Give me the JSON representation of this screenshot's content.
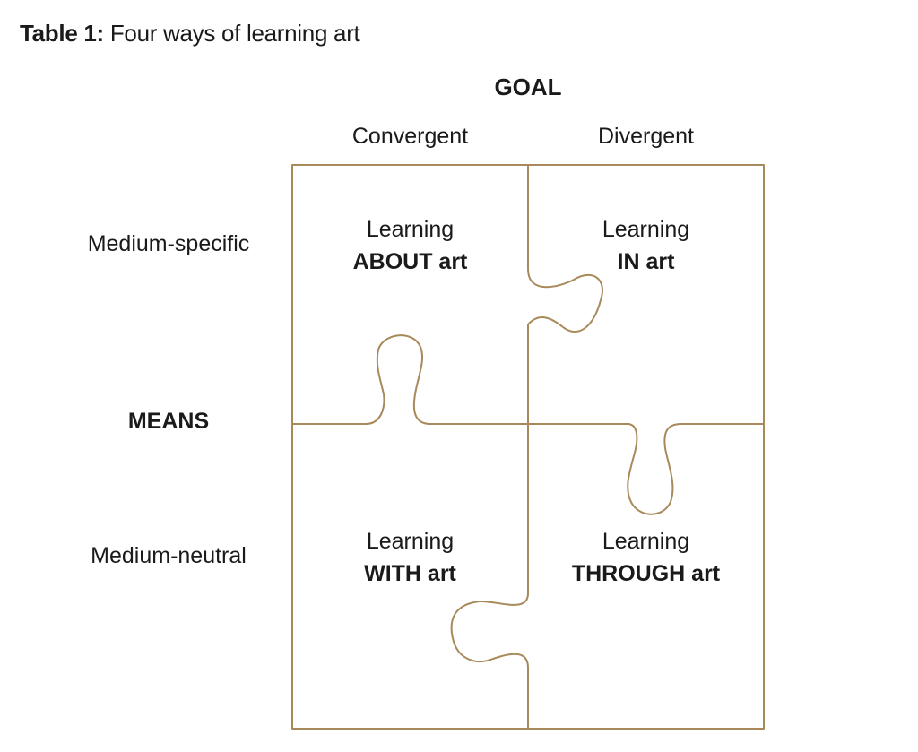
{
  "caption": {
    "label": "Table 1:",
    "text": " Four ways of learning art"
  },
  "goal_header": "GOAL",
  "columns": [
    "Convergent",
    "Divergent"
  ],
  "rows": [
    "Medium-specific",
    "Medium-neutral"
  ],
  "means_header": "MEANS",
  "cells": [
    {
      "line1": "Learning",
      "line2": "ABOUT art"
    },
    {
      "line1": "Learning",
      "line2": "IN art"
    },
    {
      "line1": "Learning",
      "line2": "WITH art"
    },
    {
      "line1": "Learning",
      "line2": "THROUGH art"
    }
  ],
  "colors": {
    "puzzle_stroke": "#a8895a",
    "text": "#1a1a1a"
  }
}
